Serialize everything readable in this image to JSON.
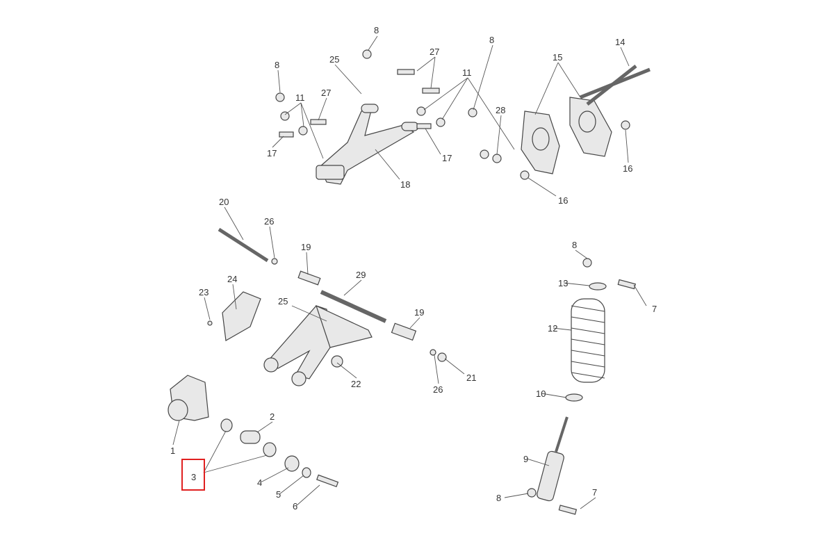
{
  "diagram": {
    "title": "Rear suspension exploded parts diagram",
    "highlight_color": "#e02020",
    "highlighted_callout": "3",
    "callouts": [
      "8",
      "27",
      "25",
      "8",
      "11",
      "14",
      "15",
      "8",
      "27",
      "11",
      "28",
      "17",
      "18",
      "17",
      "16",
      "16",
      "20",
      "26",
      "19",
      "8",
      "29",
      "24",
      "13",
      "7",
      "23",
      "25",
      "19",
      "12",
      "21",
      "22",
      "26",
      "10",
      "2",
      "1",
      "3",
      "9",
      "4",
      "5",
      "6",
      "8",
      "7"
    ]
  }
}
